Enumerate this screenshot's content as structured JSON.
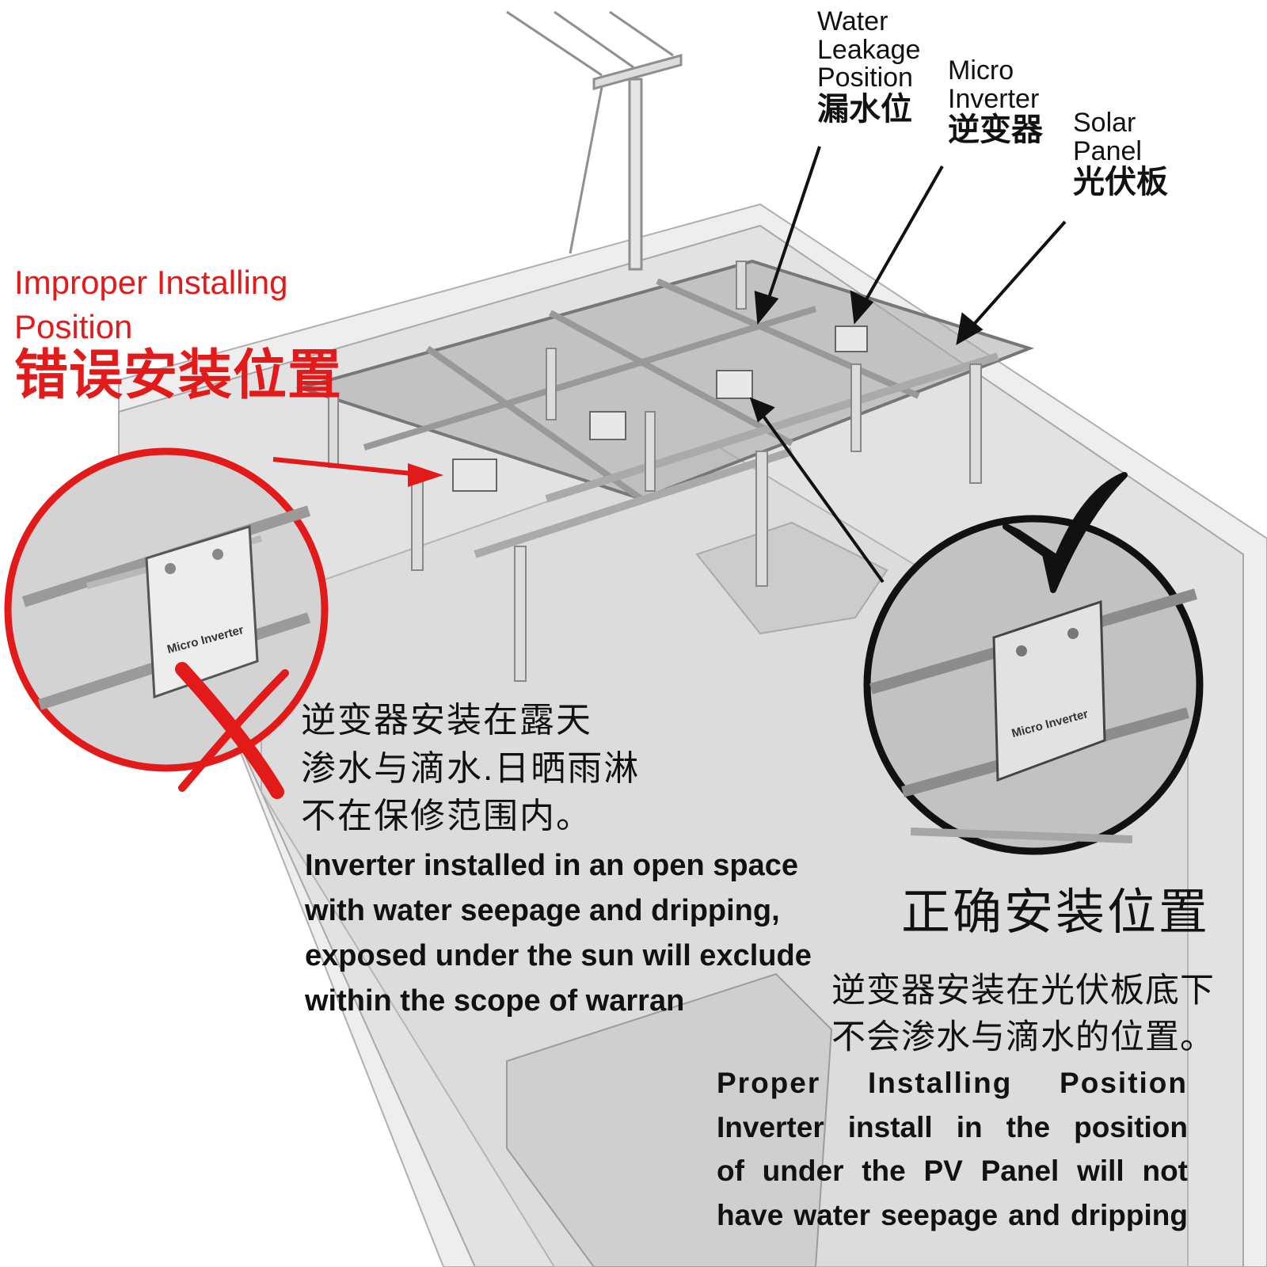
{
  "labels": {
    "water_leakage": {
      "en": [
        "Water",
        "Leakage",
        "Position"
      ],
      "cn": "漏水位"
    },
    "micro_inverter": {
      "en": [
        "Micro",
        "Inverter"
      ],
      "cn": "逆变器"
    },
    "solar_panel": {
      "en": [
        "Solar",
        "Panel"
      ],
      "cn": "光伏板"
    }
  },
  "improper": {
    "title_en": [
      "Improper Installing",
      "Position"
    ],
    "title_cn": "错误安装位置",
    "desc_cn": [
      "逆变器安装在露天",
      "渗水与滴水.日晒雨淋",
      "不在保修范围内。"
    ],
    "desc_en": [
      "Inverter installed in an open space",
      "with water seepage and dripping,",
      "exposed under the sun will exclude",
      "within the scope of warran"
    ]
  },
  "proper": {
    "title_cn": "正确安装位置",
    "desc_cn": [
      "逆变器安装在光伏板底下",
      "不会渗水与滴水的位置。"
    ],
    "desc_en": [
      "Proper Installing Position",
      "Inverter install in the position",
      "of under the PV Panel will not",
      "have water seepage and dripping"
    ]
  },
  "device_label": "Micro Inverter",
  "colors": {
    "wrong": "#e21a1a",
    "right": "#111111",
    "structure": "#8a8a8a",
    "roof": "#d9d9d9"
  }
}
